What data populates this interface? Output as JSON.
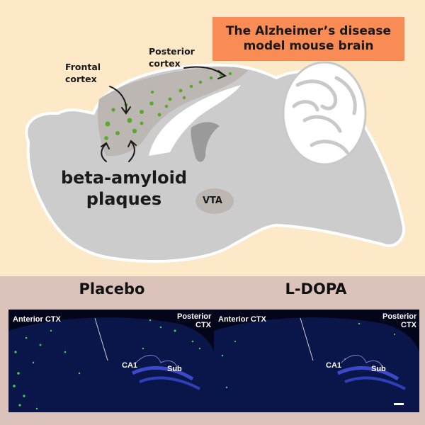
{
  "title": "The Alzheimer’s disease model mouse brain",
  "labels": {
    "frontal_cortex": "Frontal cortex",
    "posterior_cortex": "Posterior cortex",
    "plaques": "beta-amyloid plaques",
    "vta": "VTA"
  },
  "panels": [
    {
      "title": "Placebo",
      "labels": {
        "anterior": "Anterior CTX",
        "posterior": "Posterior CTX",
        "ca1": "CA1",
        "sub": "Sub"
      }
    },
    {
      "title": "L-DOPA",
      "labels": {
        "anterior": "Anterior CTX",
        "posterior": "Posterior CTX",
        "ca1": "CA1",
        "sub": "Sub"
      }
    }
  ],
  "colors": {
    "top_background": "#fde8c8",
    "bottom_background": "#dbc2bb",
    "title_box": "#f98b54",
    "brain": "#cccccc",
    "plaque": "#5aa830"
  }
}
